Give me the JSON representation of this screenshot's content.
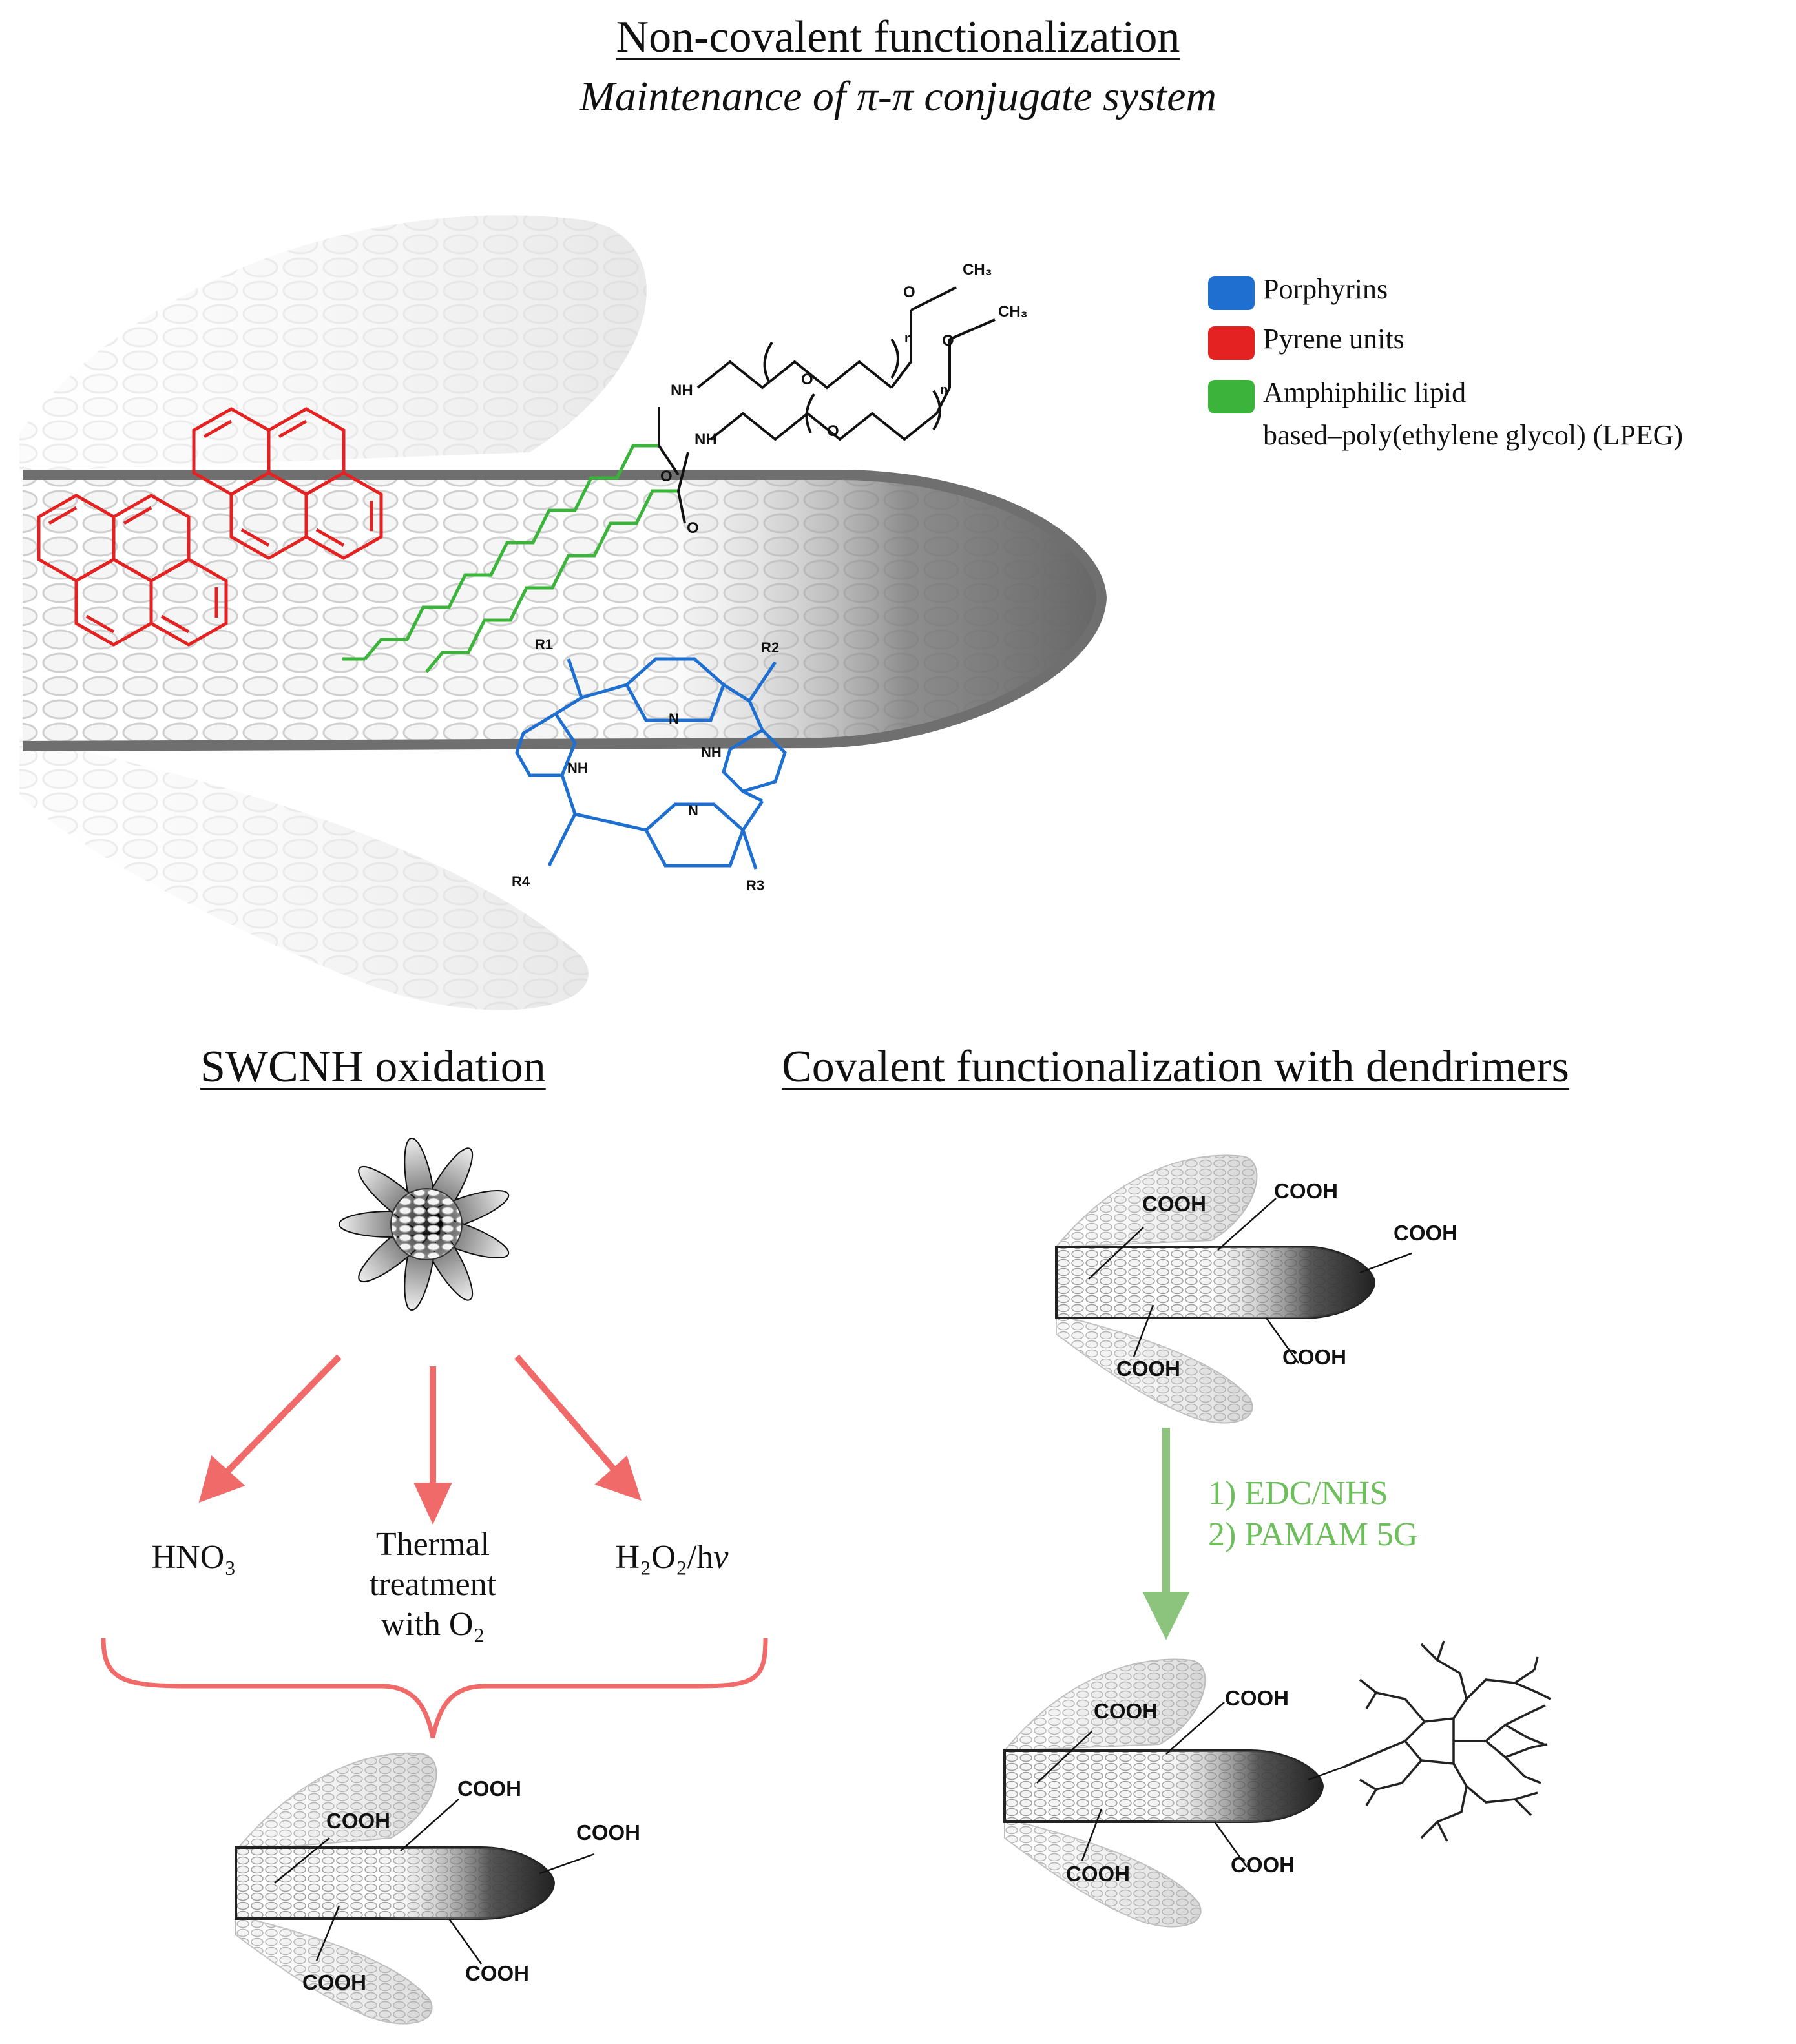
{
  "header": {
    "title": "Non-covalent functionalization",
    "subtitle_pre": "Maintenance of ",
    "subtitle_pi": "π-π",
    "subtitle_post": " conjugate system"
  },
  "legend": [
    {
      "label": "Porphyrins",
      "color": "#1f6fd1"
    },
    {
      "label": "Pyrene units",
      "color": "#e52222"
    },
    {
      "label": "Amphiphilic lipid",
      "label2": "based–poly(ethylene glycol) (LPEG)",
      "color": "#3cb43c"
    }
  ],
  "molecule_labels": {
    "ch3": "CH₃",
    "nh": "NH",
    "n": "N",
    "o": "O",
    "rep": "n",
    "r1": "R1",
    "r2": "R2",
    "r3": "R3",
    "r4": "R4"
  },
  "oxidation": {
    "title": "SWCNH oxidation",
    "methods": [
      {
        "line1": "HNO₃"
      },
      {
        "line1": "Thermal",
        "line2": "treatment",
        "line3": "with O₂"
      },
      {
        "line1": "H₂O₂/h",
        "nu": "ν"
      }
    ],
    "arrow_color": "#f06a6a"
  },
  "dendrimer": {
    "title": "Covalent functionalization with dendrimers",
    "steps": [
      "1) EDC/NHS",
      "2) PAMAM 5G"
    ],
    "arrow_color": "#8cc47e"
  },
  "cooh_label": "COOH"
}
